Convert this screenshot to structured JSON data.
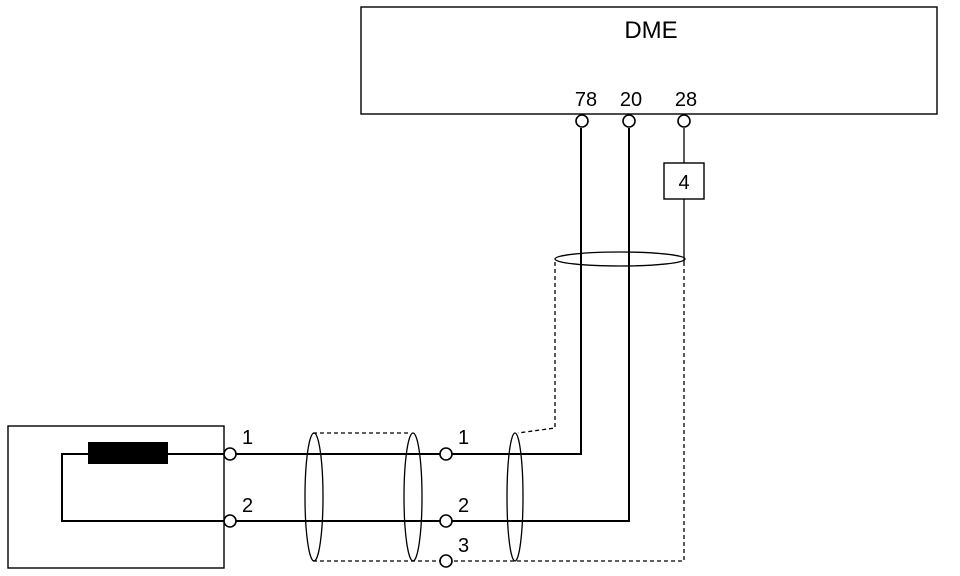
{
  "control_unit": {
    "label": "DME",
    "pins": [
      "78",
      "20",
      "28"
    ]
  },
  "component_box": {
    "label": "4"
  },
  "sensor": {
    "terminals": [
      "1",
      "2"
    ]
  },
  "connector": {
    "terminals": [
      "1",
      "2",
      "3"
    ]
  }
}
